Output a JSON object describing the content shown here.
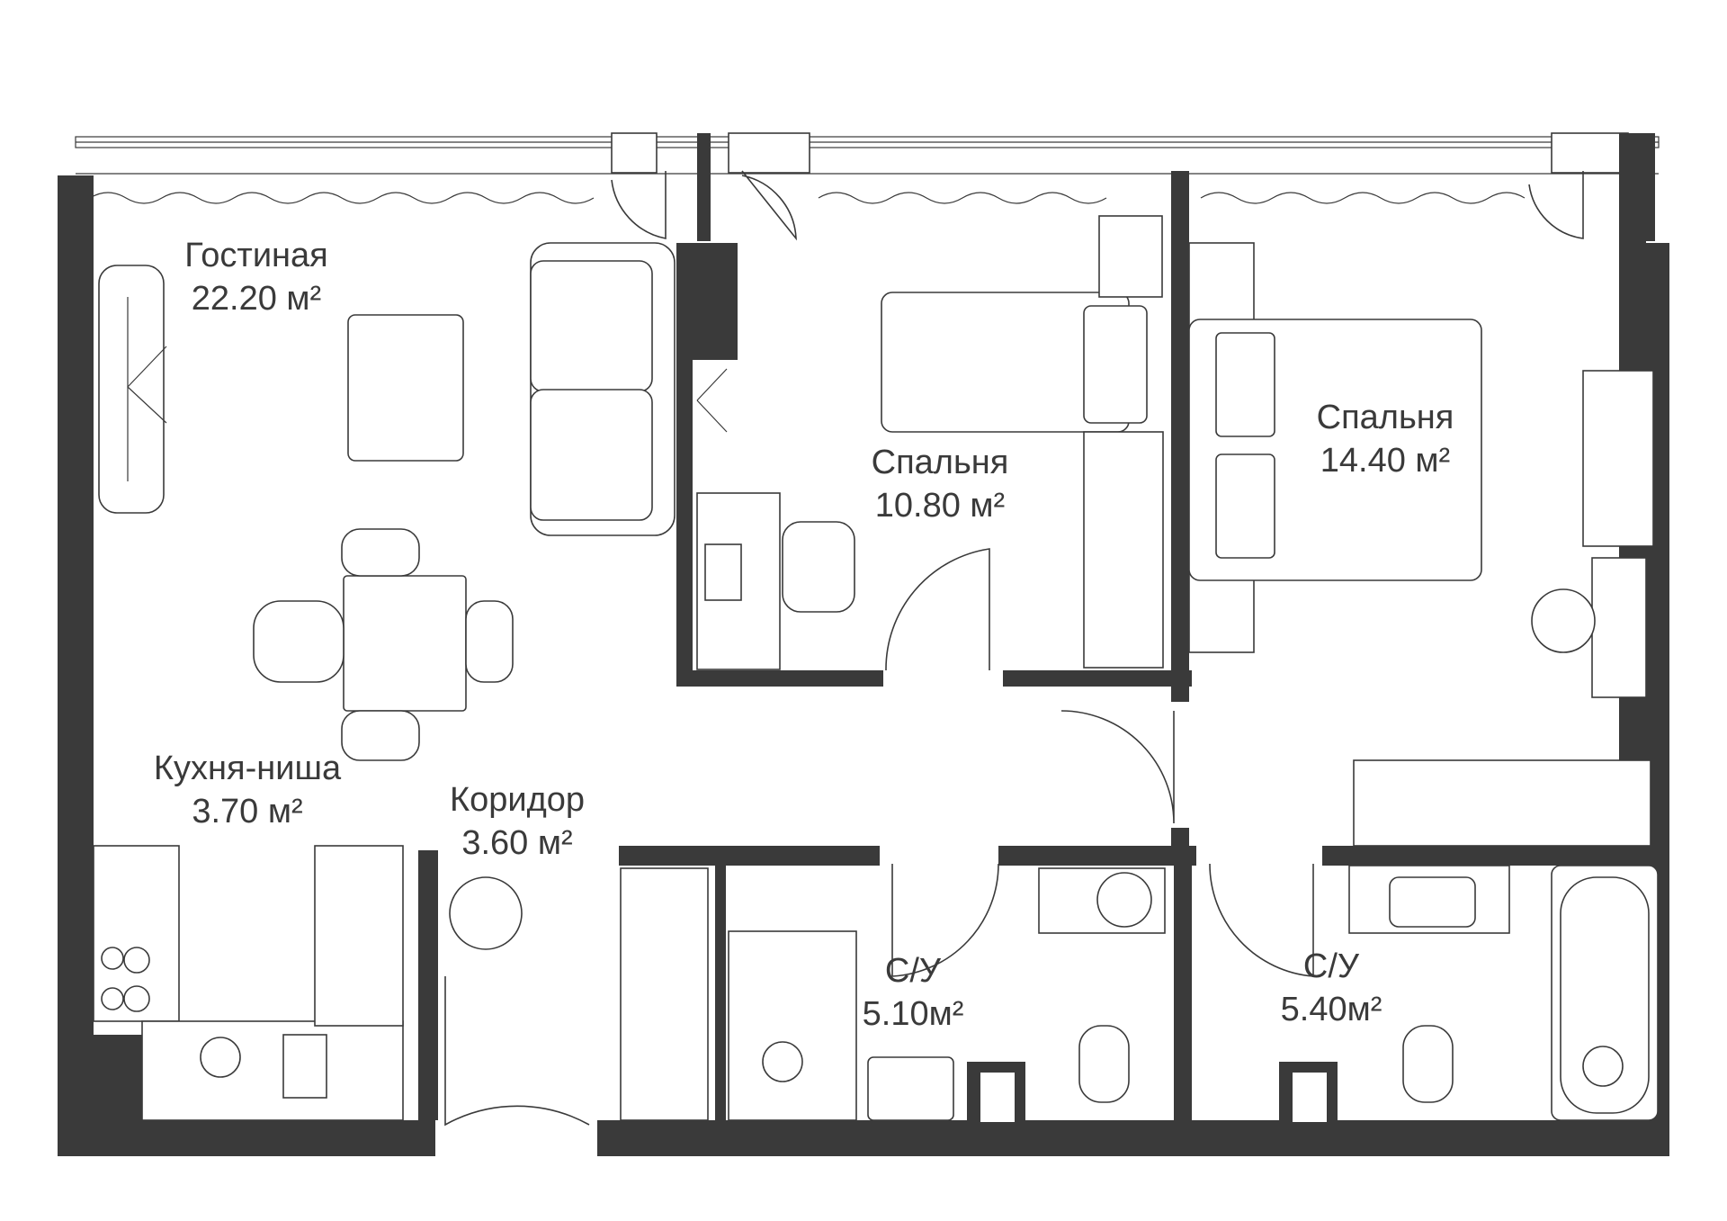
{
  "colors": {
    "wall": "#3a3a3a",
    "background": "#ffffff"
  },
  "rooms": [
    {
      "id": "living",
      "name": "Гостиная",
      "area": "22.20 м²"
    },
    {
      "id": "bedroom-small",
      "name": "Спальня",
      "area": "10.80 м²"
    },
    {
      "id": "bedroom-large",
      "name": "Спальня",
      "area": "14.40 м²"
    },
    {
      "id": "kitchen",
      "name": "Кухня-ниша",
      "area": "3.70 м²"
    },
    {
      "id": "corridor",
      "name": "Коридор",
      "area": "3.60 м²"
    },
    {
      "id": "bath-1",
      "name": "С/У",
      "area": "5.10м²"
    },
    {
      "id": "bath-2",
      "name": "С/У",
      "area": "5.40м²"
    }
  ]
}
